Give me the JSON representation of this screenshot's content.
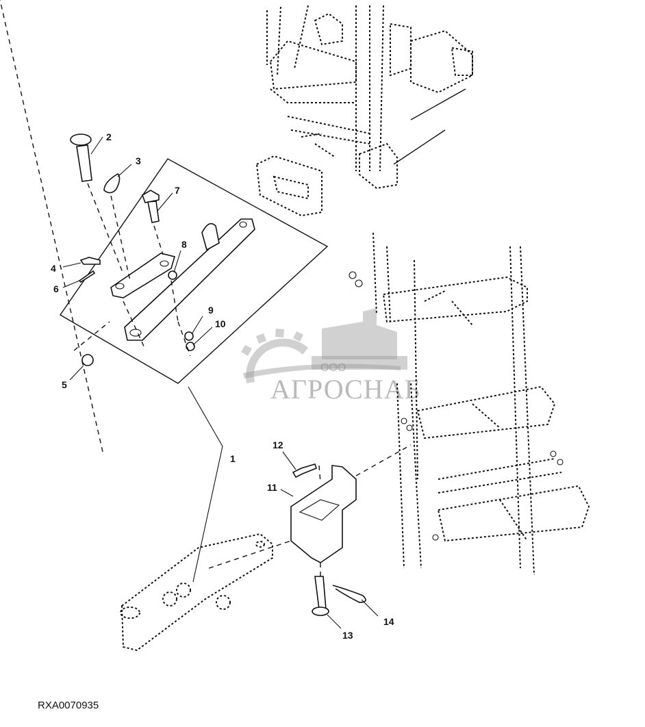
{
  "figure": {
    "id": "RXA0070935",
    "type": "exploded parts diagram",
    "callouts": [
      {
        "num": "1"
      },
      {
        "num": "2"
      },
      {
        "num": "3"
      },
      {
        "num": "4"
      },
      {
        "num": "5"
      },
      {
        "num": "6"
      },
      {
        "num": "7"
      },
      {
        "num": "8"
      },
      {
        "num": "9"
      },
      {
        "num": "10"
      },
      {
        "num": "11"
      },
      {
        "num": "12"
      },
      {
        "num": "13"
      },
      {
        "num": "14"
      }
    ]
  },
  "watermark": {
    "prefix": "ООО",
    "brand": "АГРОСНАБ",
    "color": "#8c8c8c"
  },
  "colors": {
    "line": "#111111",
    "background": "#ffffff"
  }
}
